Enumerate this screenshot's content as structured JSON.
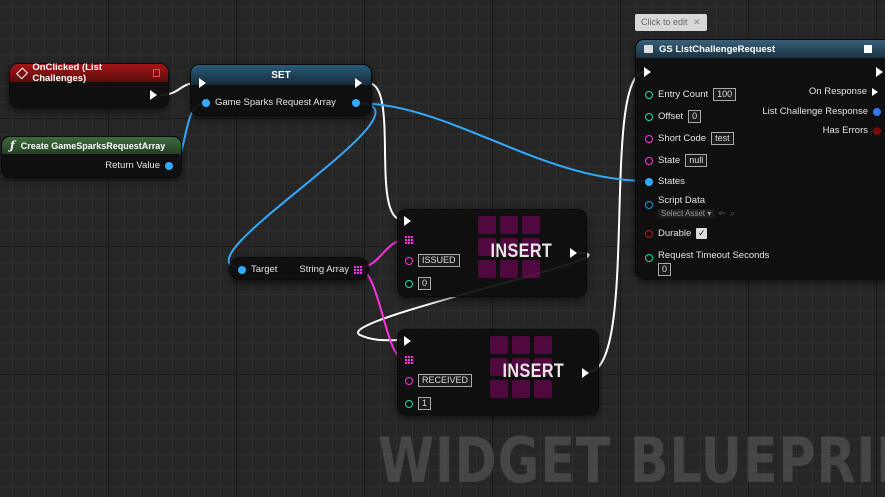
{
  "watermark": "WIDGET BLUEPRINT",
  "tooltip": "Click to edit",
  "colors": {
    "exec": "#ffffff",
    "struct_array": "#33aaff",
    "string": "#ff33dd",
    "int": "#1fe0a0",
    "bool": "#8b0000",
    "object": "#00a0e0"
  },
  "nodes": {
    "onclicked": {
      "title": "OnClicked (List Challenges)",
      "icon": "event-diamond-icon"
    },
    "create_array": {
      "title": "Create GameSparksRequestArray",
      "icon": "function-icon",
      "return_label": "Return Value"
    },
    "set": {
      "title": "SET",
      "pin_label": "Game Sparks Request Array"
    },
    "target": {
      "target_label": "Target",
      "string_array_label": "String Array"
    },
    "insert1": {
      "title": "INSERT",
      "value": "ISSUED",
      "index": "0"
    },
    "insert2": {
      "title": "INSERT",
      "value": "RECEIVED",
      "index": "1"
    },
    "gs_request": {
      "title": "GS ListChallengeRequest",
      "inputs": [
        {
          "label": "Entry Count",
          "value": "100"
        },
        {
          "label": "Offset",
          "value": "0"
        },
        {
          "label": "Short Code",
          "value": "test"
        },
        {
          "label": "State",
          "value": "null"
        },
        {
          "label": "States",
          "value": ""
        },
        {
          "label": "Script Data",
          "value": "Select Asset"
        },
        {
          "label": "Durable",
          "value": ""
        },
        {
          "label": "Request Timeout Seconds",
          "value": "0"
        }
      ],
      "outputs": [
        "On Response",
        "List Challenge Response",
        "Has Errors"
      ]
    }
  }
}
